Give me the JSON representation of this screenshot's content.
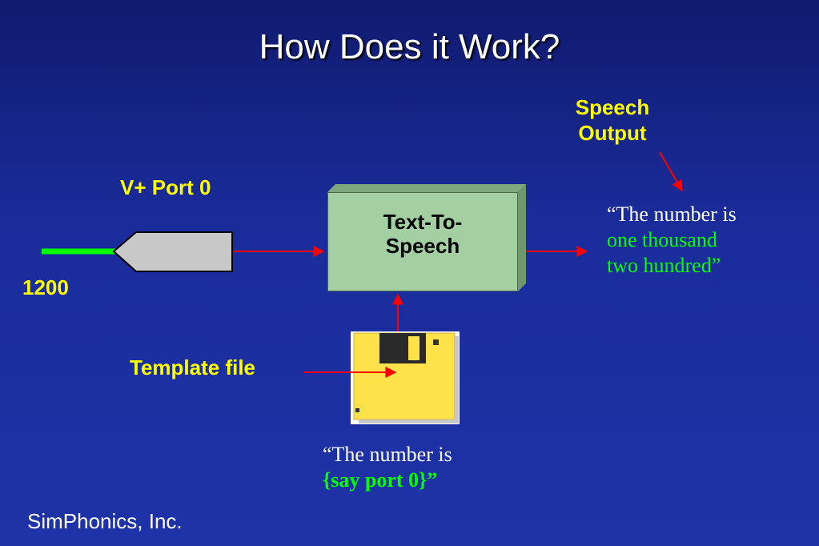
{
  "title": "How Does it Work?",
  "speech_output_label_line1": "Speech",
  "speech_output_label_line2": "Output",
  "port_label": "V+ Port 0",
  "port_value": "1200",
  "box_label_line1": "Text-To-",
  "box_label_line2": "Speech",
  "template_label": "Template file",
  "output_text_line1": "“The number is",
  "output_text_line2": "one thousand",
  "output_text_line3": "two hundred”",
  "template_text_line1": "“The number is",
  "template_text_line2": "{say port 0}”",
  "footer": "SimPhonics, Inc.",
  "colors": {
    "background": "#1a2c9a",
    "label_yellow": "#ffff00",
    "arrow_red": "#ff0000",
    "box_green": "#a3cfa3",
    "wire_green": "#00ff00",
    "disk_yellow": "#ffe24a"
  },
  "icons": [
    "floppy-disk-icon",
    "connector-plug-icon"
  ]
}
